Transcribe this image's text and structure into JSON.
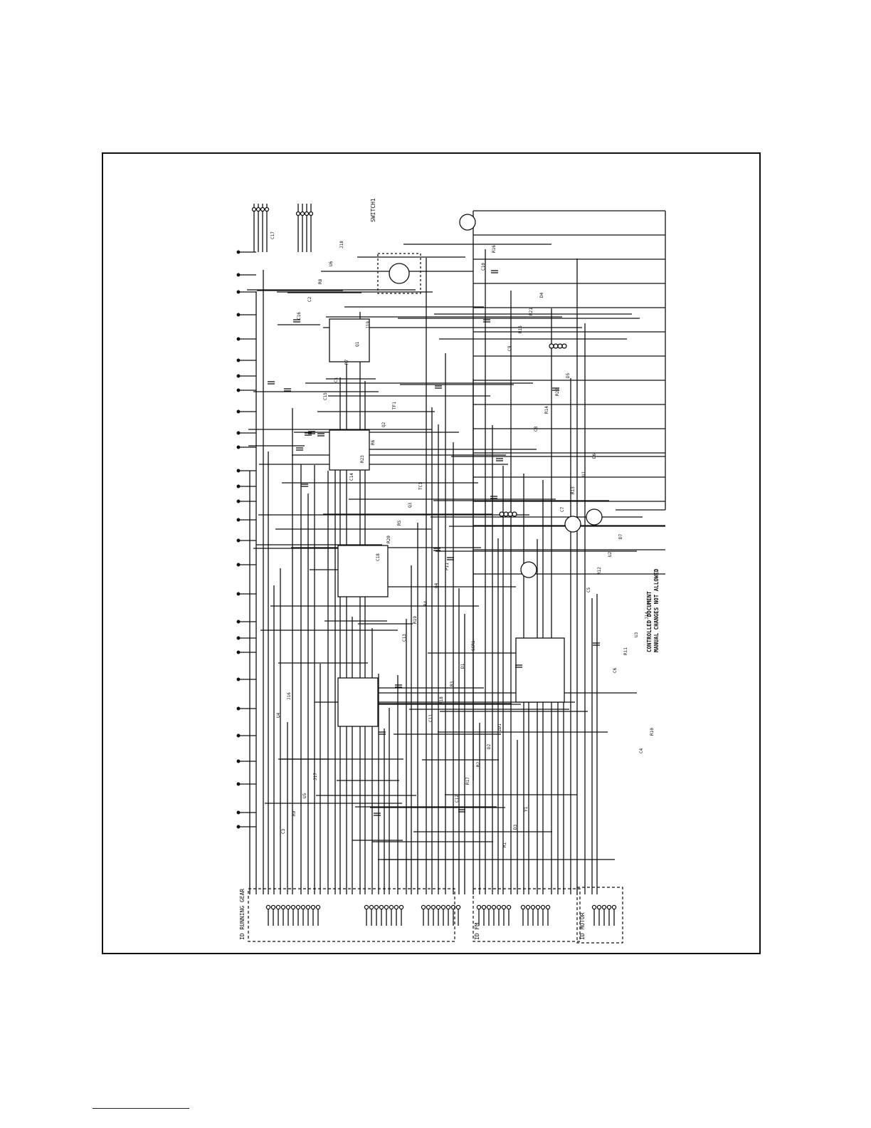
{
  "note": {
    "line1": "CONTROLLED DOCUMENT",
    "line2": "MANUAL CHANGES NOT ALLOWED"
  },
  "schematic": {
    "connectors": [
      {
        "label": "ID RUNNING GEAR"
      },
      {
        "label": "ID FM"
      },
      {
        "label": "ID MOTOR"
      }
    ],
    "switch_label": "SWITCH1",
    "components": [
      "C17",
      "C16",
      "C15",
      "C14",
      "C18",
      "C13",
      "C11",
      "C12",
      "C10",
      "C9",
      "C8",
      "C7",
      "C5",
      "C6",
      "C4",
      "C3",
      "C2",
      "C1",
      "R23",
      "R20",
      "R19",
      "R18",
      "R17",
      "R16",
      "R15",
      "R14",
      "R13",
      "R12",
      "R11",
      "R10",
      "R9",
      "R8",
      "R7",
      "R6",
      "R5",
      "R4",
      "R3",
      "R2",
      "R1",
      "R21",
      "R22",
      "U1",
      "U2",
      "U3",
      "U4",
      "U5",
      "U6",
      "Q1",
      "Q2",
      "Q3",
      "Q4",
      "D1",
      "D2",
      "D3",
      "D4",
      "D5",
      "D6",
      "D7",
      "J14",
      "J16",
      "J17",
      "J18",
      "J19",
      "TF1",
      "TC1",
      "P11",
      "SCR1",
      "ZD1",
      "Y1"
    ]
  },
  "colors": {
    "ink": "#111111",
    "paper": "#ffffff"
  }
}
